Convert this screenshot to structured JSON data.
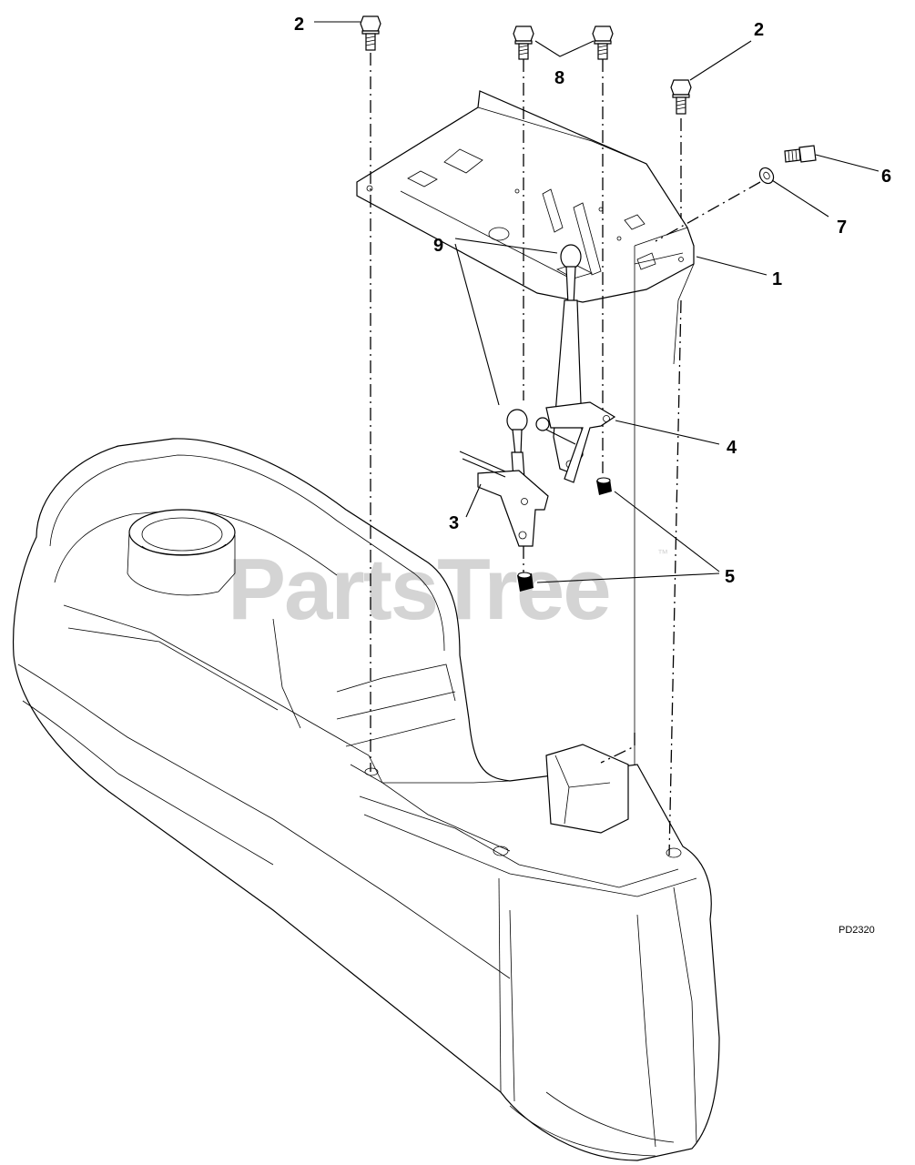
{
  "diagram": {
    "figure_id": "PD2320",
    "watermark": {
      "text": "PartsTree",
      "trademark": "™"
    },
    "callouts": [
      {
        "id": "2-left",
        "label": "2"
      },
      {
        "id": "8",
        "label": "8"
      },
      {
        "id": "2-right",
        "label": "2"
      },
      {
        "id": "6",
        "label": "6"
      },
      {
        "id": "7",
        "label": "7"
      },
      {
        "id": "1",
        "label": "1"
      },
      {
        "id": "9",
        "label": "9"
      },
      {
        "id": "4",
        "label": "4"
      },
      {
        "id": "3",
        "label": "3"
      },
      {
        "id": "5",
        "label": "5"
      }
    ]
  }
}
